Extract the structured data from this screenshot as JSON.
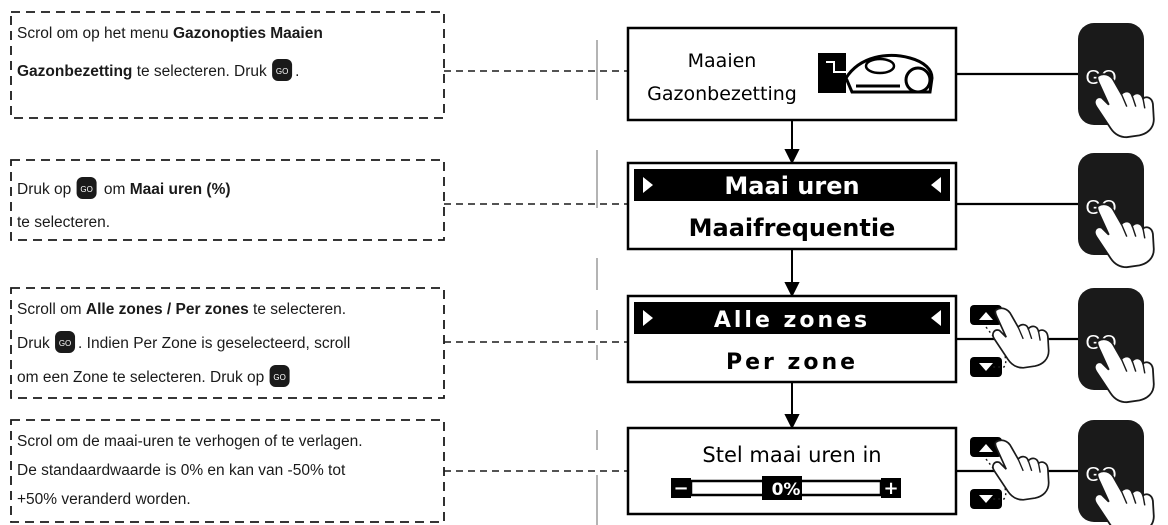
{
  "steps": [
    {
      "lines": [
        [
          {
            "t": "Scrol om op het menu "
          },
          {
            "t": "Gazonopties Maaien",
            "b": true
          }
        ],
        [
          {
            "t": "Gazonbezetting",
            "b": true
          },
          {
            "t": " te selecteren. Druk "
          },
          {
            "go": true
          },
          {
            "t": "."
          }
        ]
      ]
    },
    {
      "lines": [
        [
          {
            "t": "Druk op "
          },
          {
            "go": true
          },
          {
            "t": " om "
          },
          {
            "t": "Maai uren (%)",
            "b": true
          }
        ],
        [
          {
            "t": "te selecteren."
          }
        ]
      ]
    },
    {
      "lines": [
        [
          {
            "t": "Scroll om "
          },
          {
            "t": "Alle zones / Per zones",
            "b": true
          },
          {
            "t": " te selecteren."
          }
        ],
        [
          {
            "t": "Druk "
          },
          {
            "go": true
          },
          {
            "t": ". Indien Per Zone is geselecteerd, scroll"
          }
        ],
        [
          {
            "t": "om een Zone te selecteren. Druk op "
          },
          {
            "go": true
          }
        ]
      ]
    },
    {
      "lines": [
        [
          {
            "t": "Scrol om de maai-uren te verhogen of te verlagen."
          }
        ],
        [
          {
            "t": "De standaardwaarde is 0% en kan van -50% tot"
          }
        ],
        [
          {
            "t": "+50% veranderd worden."
          }
        ]
      ]
    }
  ],
  "go_icon_label": "GO",
  "screens": {
    "menu": {
      "line1": "Maaien",
      "line2": "Gazonbezetting",
      "icon": "mower-icon"
    },
    "hours": {
      "selected": "Maai uren",
      "other": "Maaifrequentie"
    },
    "zones": {
      "selected": "Alle zones",
      "other": "Per zone"
    },
    "set": {
      "title": "Stel maai uren in",
      "value": "0%",
      "value_percent": 0,
      "minus": "−",
      "plus": "+"
    }
  },
  "button_label": "GO",
  "icons": [
    "go-button-icon",
    "pointing-hand-icon",
    "scroll-up-button-icon",
    "scroll-down-button-icon",
    "arrow-down-icon",
    "selector-arrow-icon"
  ]
}
